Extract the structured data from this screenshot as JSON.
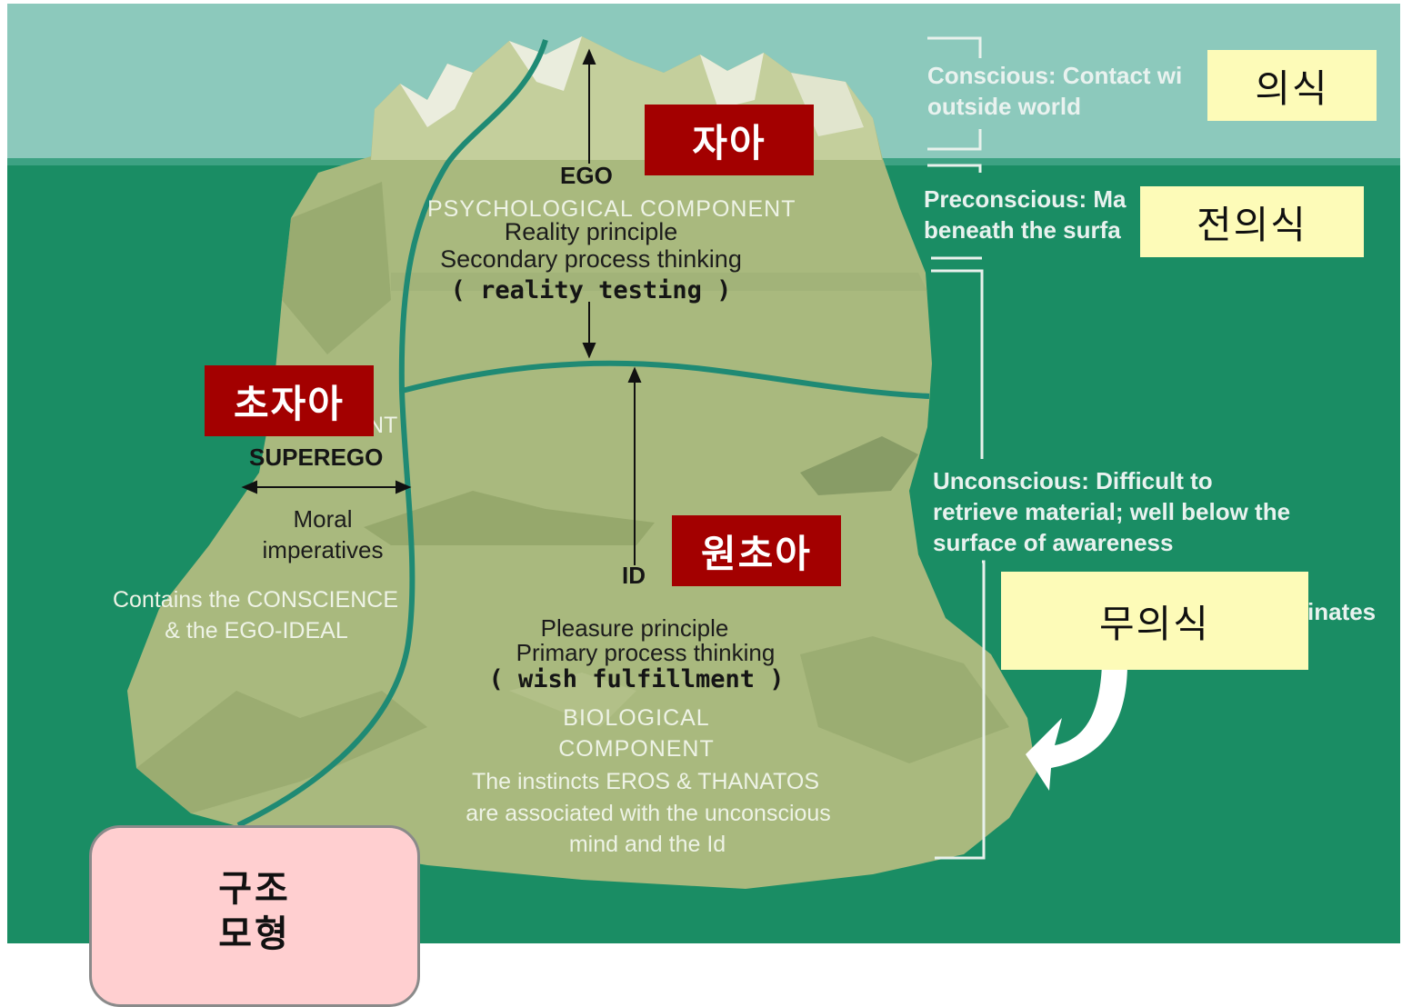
{
  "levels": {
    "conscious": "Conscious: Contact wi",
    "conscious_2": "outside world",
    "preconscious": "Preconscious: Ma",
    "preconscious_2": "beneath the surfa",
    "unconscious": "Unconscious: Difficult to",
    "unconscious_2": "retrieve material; well below the",
    "unconscious_3": "surface of awareness",
    "fragment": "inates"
  },
  "ego": {
    "title": "EGO",
    "component": "PSYCHOLOGICAL COMPONENT",
    "line1": "Reality principle",
    "line2": "Secondary process thinking",
    "paren": "( reality testing )"
  },
  "superego": {
    "fragment": "NT",
    "title": "SUPEREGO",
    "line1": "Moral",
    "line2": "imperatives",
    "line3": "Contains the CONSCIENCE",
    "line4": "& the EGO-IDEAL"
  },
  "id": {
    "title": "ID",
    "line1": "Pleasure principle",
    "line2": "Primary process thinking",
    "paren": "( wish fulfillment )",
    "line3": "BIOLOGICAL",
    "line4": "COMPONENT",
    "line5": "The instincts EROS & THANATOS",
    "line6": "are associated with the unconscious",
    "line7": "mind and the Id"
  },
  "korean_tags": {
    "ego": "자아",
    "superego": "초자아",
    "id": "원초아",
    "conscious": "의식",
    "preconscious": "전의식",
    "unconscious": "무의식"
  },
  "structure_box": {
    "label": "구조\n모형"
  },
  "colors": {
    "sky": "#8cc9bc",
    "sea": "#1a8d64",
    "iceberg": "#a9b97e",
    "tag_red": "#a30000",
    "tag_yellow": "#fdfbb8",
    "box_pink": "#ffcfd0"
  }
}
